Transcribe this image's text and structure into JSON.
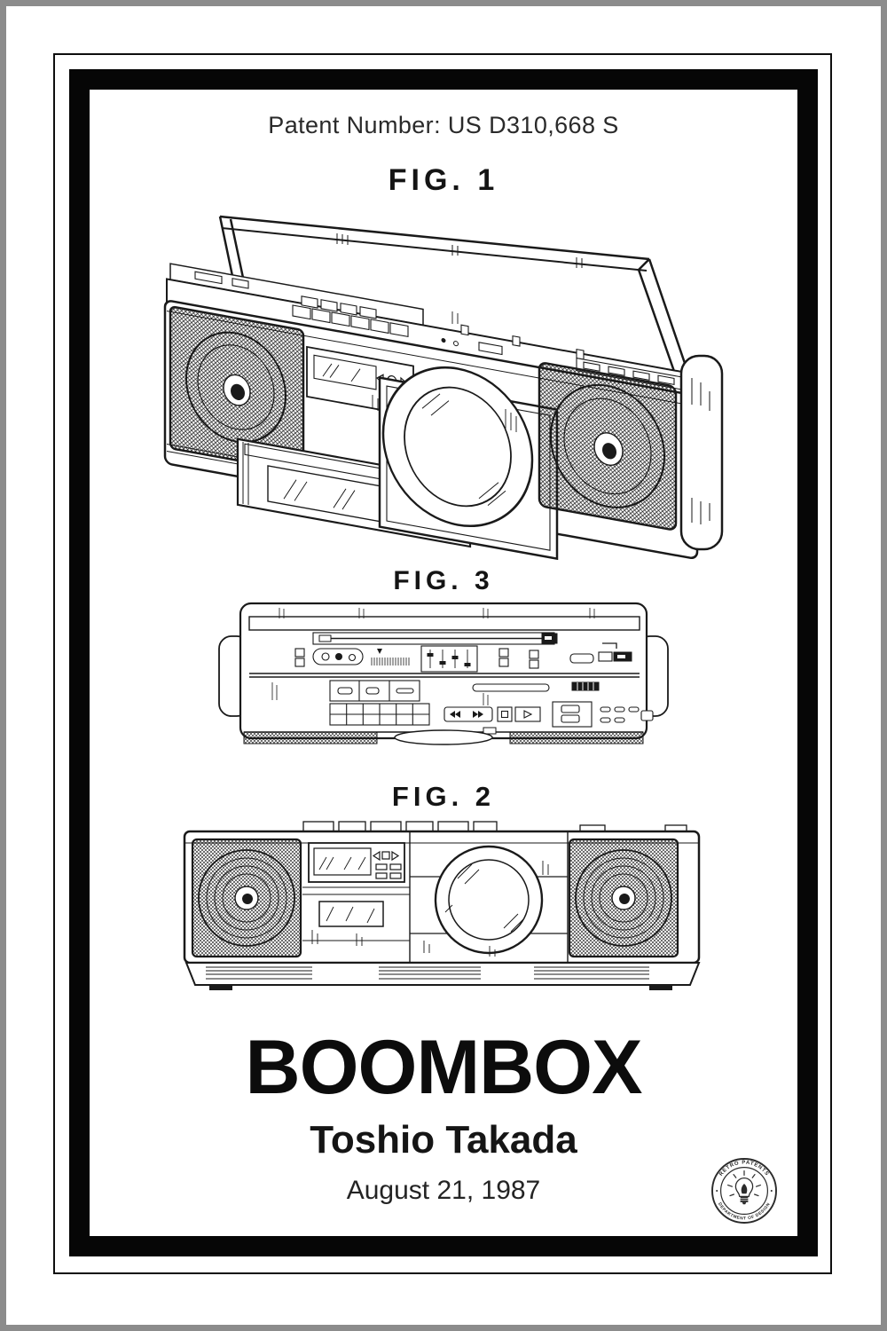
{
  "poster": {
    "patent_number": "Patent Number: US D310,668 S",
    "title": "BOOMBOX",
    "inventor": "Toshio Takada",
    "date": "August 21, 1987"
  },
  "figures": {
    "fig1_label": "FIG. 1",
    "fig3_label": "FIG. 3",
    "fig2_label": "FIG. 2"
  },
  "badge": {
    "arc_top": "RETRO PATENTS",
    "arc_bottom": "DEPARTMENT OF DESIGN"
  },
  "colors": {
    "frame": "#8c8c8c",
    "ink": "#1a1a1a",
    "paper": "#ffffff"
  }
}
